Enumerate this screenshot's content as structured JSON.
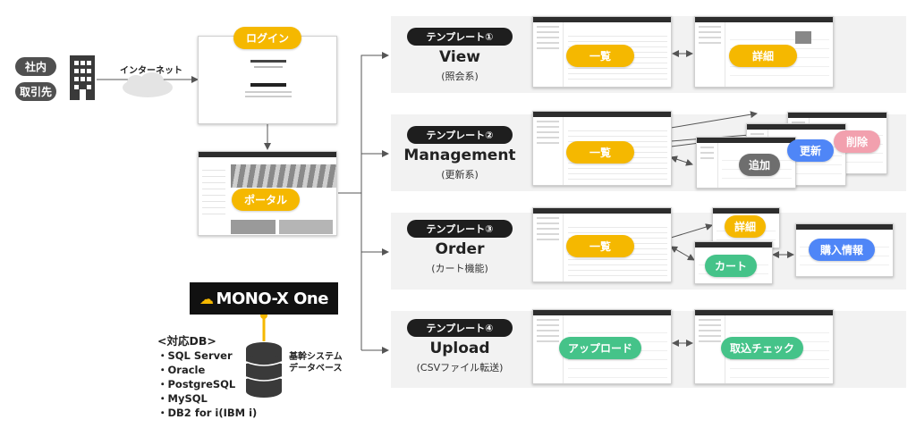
{
  "entry": {
    "internal": "社内",
    "partner": "取引先",
    "internet": "インターネット"
  },
  "screens": {
    "login": "ログイン",
    "portal": "ポータル"
  },
  "templates": [
    {
      "badge": "テンプレート①",
      "name": "View",
      "sub": "(照会系)",
      "labels": [
        "一覧",
        "詳細"
      ]
    },
    {
      "badge": "テンプレート②",
      "name": "Management",
      "sub": "(更新系)",
      "labels": [
        "一覧",
        "追加",
        "更新",
        "削除"
      ]
    },
    {
      "badge": "テンプレート③",
      "name": "Order",
      "sub": "(カート機能)",
      "labels": [
        "一覧",
        "詳細",
        "カート",
        "購入情報"
      ]
    },
    {
      "badge": "テンプレート④",
      "name": "Upload",
      "sub": "(CSVファイル転送)",
      "labels": [
        "アップロード",
        "取込チェック"
      ]
    }
  ],
  "db": {
    "logo": "MONO-X One",
    "heading": "<対応DB>",
    "items": [
      "・SQL Server",
      "・Oracle",
      "・PostgreSQL",
      "・MySQL",
      "・DB2 for i(IBM i)"
    ],
    "caption_line1": "基幹システム",
    "caption_line2": "データベース"
  },
  "colors": {
    "yellow": "#f5b800",
    "blue": "#4f86f7",
    "pink": "#f2a0ae",
    "gray": "#6e6e6e",
    "green": "#45c389",
    "band": "#f2f2f2"
  },
  "icons": [
    "building-icon",
    "cloud-icon",
    "database-icon"
  ]
}
